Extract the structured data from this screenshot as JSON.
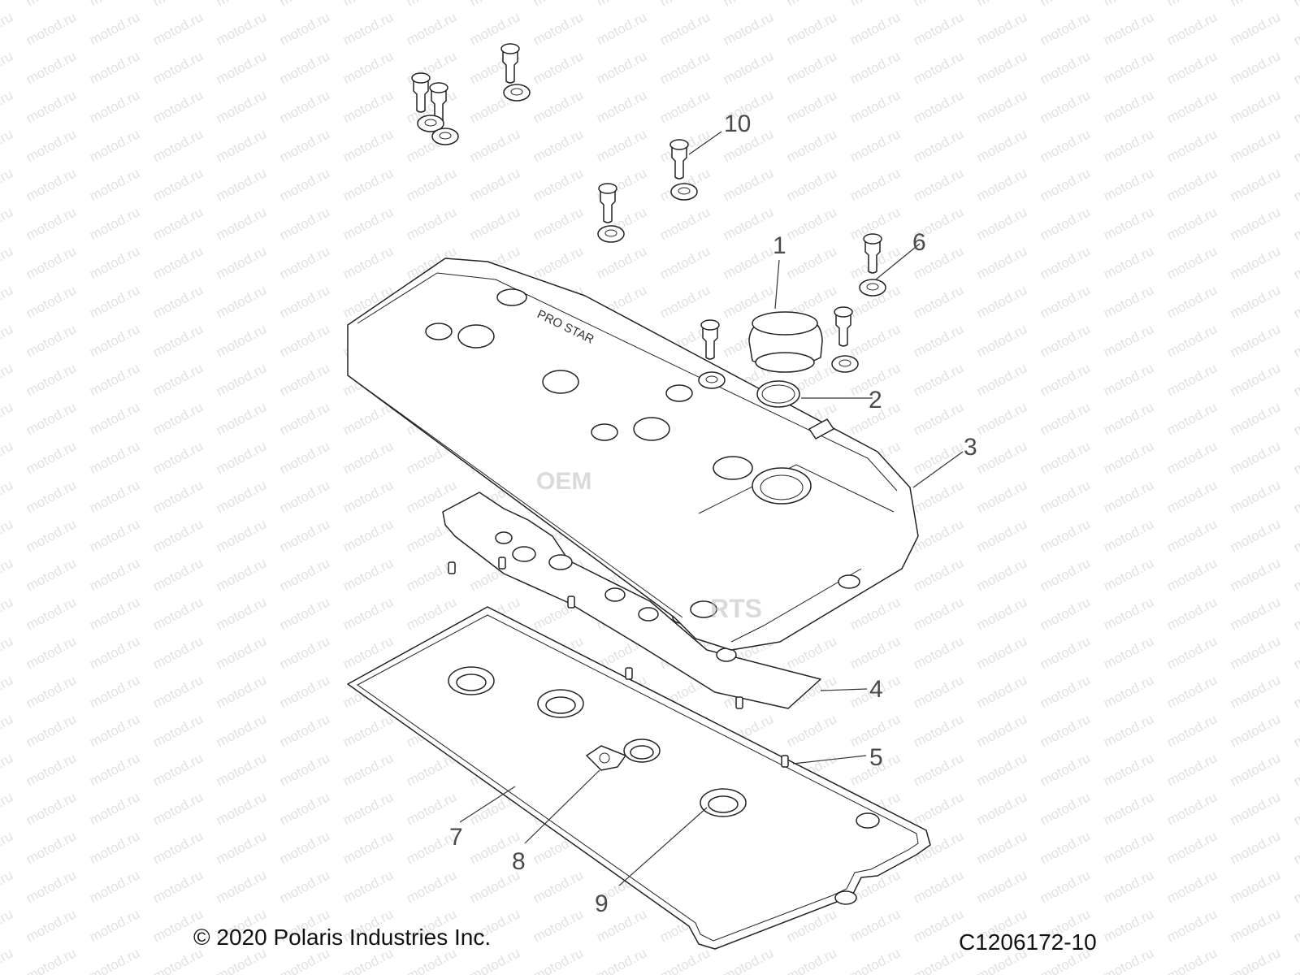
{
  "watermark": "motod.ru",
  "stamps": [
    "OEM",
    "RTS"
  ],
  "cover_text": "PRO STAR",
  "callouts": [
    "1",
    "2",
    "3",
    "4",
    "5",
    "6",
    "7",
    "8",
    "9",
    "10"
  ],
  "copyright": "© 2020 Polaris Industries Inc.",
  "drawing_code": "C1206172-10"
}
